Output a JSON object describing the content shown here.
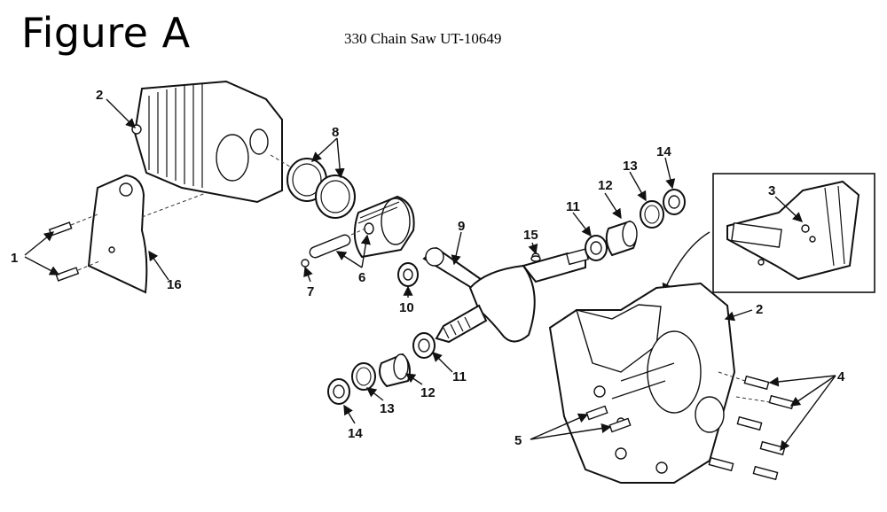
{
  "title": "Figure A",
  "subtitle": "330 Chain Saw UT-10649",
  "callouts": [
    {
      "id": "c1",
      "text": "1"
    },
    {
      "id": "c2a",
      "text": "2"
    },
    {
      "id": "c2b",
      "text": "2"
    },
    {
      "id": "c3",
      "text": "3"
    },
    {
      "id": "c4",
      "text": "4"
    },
    {
      "id": "c5",
      "text": "5"
    },
    {
      "id": "c6",
      "text": "6"
    },
    {
      "id": "c7",
      "text": "7"
    },
    {
      "id": "c8",
      "text": "8"
    },
    {
      "id": "c9",
      "text": "9"
    },
    {
      "id": "c10",
      "text": "10"
    },
    {
      "id": "c11a",
      "text": "11"
    },
    {
      "id": "c11b",
      "text": "11"
    },
    {
      "id": "c12a",
      "text": "12"
    },
    {
      "id": "c12b",
      "text": "12"
    },
    {
      "id": "c13a",
      "text": "13"
    },
    {
      "id": "c13b",
      "text": "13"
    },
    {
      "id": "c14a",
      "text": "14"
    },
    {
      "id": "c14b",
      "text": "14"
    },
    {
      "id": "c15",
      "text": "15"
    },
    {
      "id": "c16",
      "text": "16"
    }
  ]
}
